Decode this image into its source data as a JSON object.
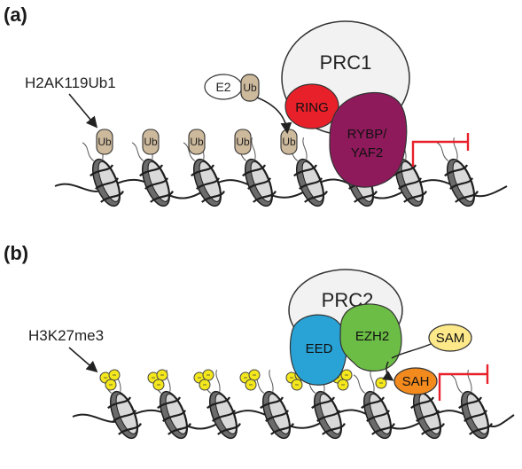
{
  "panel_a": {
    "letter": "(a)",
    "mark_label": "H2AK119Ub1",
    "complex": "PRC1",
    "ring": "RING",
    "rybp_line1": "RYBP/",
    "rybp_line2": "YAF2",
    "e2": "E2",
    "ub": "Ub"
  },
  "panel_b": {
    "letter": "(b)",
    "mark_label": "H3K27me3",
    "complex": "PRC2",
    "eed": "EED",
    "ezh2": "EZH2",
    "sam": "SAM",
    "sah": "SAH"
  },
  "colors": {
    "ring": "#e8202a",
    "rybp": "#8e1a5b",
    "eed": "#29a3d6",
    "ezh2": "#6cbd45",
    "sam": "#fde98a",
    "sah": "#f28a1e",
    "ub": "#cdb99c",
    "methyl": "#f4e81c",
    "repression": "#e8202a"
  },
  "icons": [
    "nucleosome-icon",
    "ubiquitin-icon",
    "methyl-group-icon",
    "repression-bar-icon"
  ]
}
